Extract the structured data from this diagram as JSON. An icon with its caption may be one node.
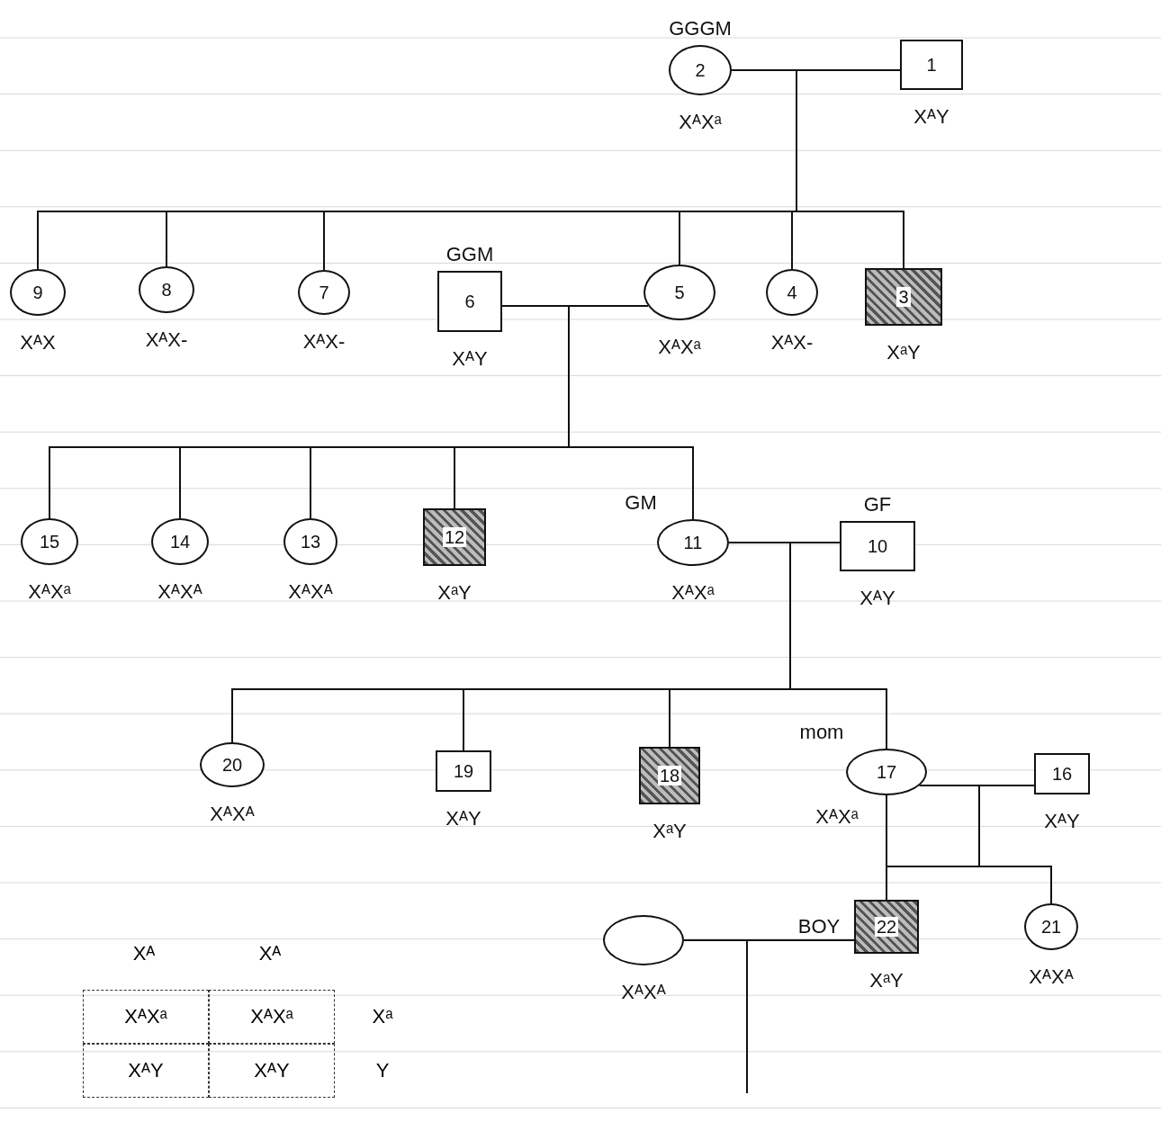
{
  "diagram": {
    "nodes": [
      {
        "text": [
          "1"
        ],
        "beside": [
          "XᴬY"
        ]
      },
      {
        "text": [
          "2"
        ],
        "beside": [
          "GGGM",
          "XᴬXᵃ"
        ]
      },
      {
        "text": [
          "3"
        ],
        "beside": [
          "XᵃY"
        ]
      },
      {
        "text": [
          "4"
        ],
        "beside": [
          "XᴬX-"
        ]
      },
      {
        "text": [
          "5"
        ],
        "beside": [
          "XᴬXᵃ"
        ]
      },
      {
        "text": [
          "6"
        ],
        "beside": [
          "GGM",
          "XᴬY"
        ]
      },
      {
        "text": [
          "7"
        ],
        "beside": [
          "XᴬX-"
        ]
      },
      {
        "text": [
          "8"
        ],
        "beside": [
          "XᴬX-"
        ]
      },
      {
        "text": [
          "9"
        ],
        "beside": [
          "XᴬX"
        ]
      },
      {
        "text": [
          "10"
        ],
        "beside": [
          "GF",
          "XᴬY"
        ]
      },
      {
        "text": [
          "11"
        ],
        "beside": [
          "GM",
          "XᴬXᵃ"
        ]
      },
      {
        "text": [
          "12"
        ],
        "beside": [
          "XᵃY"
        ]
      },
      {
        "text": [
          "13"
        ],
        "beside": [
          "XᴬXᴬ"
        ]
      },
      {
        "text": [
          "14"
        ],
        "beside": [
          "XᴬXᴬ"
        ]
      },
      {
        "text": [
          "15"
        ],
        "beside": [
          "XᴬXᵃ"
        ]
      },
      {
        "text": [
          "16"
        ],
        "beside": [
          "XᴬY"
        ]
      },
      {
        "text": [
          "17"
        ],
        "beside": [
          "mom",
          "XᴬXᵃ"
        ]
      },
      {
        "text": [
          "18"
        ],
        "beside": [
          "XᵃY"
        ]
      },
      {
        "text": [
          "19"
        ],
        "beside": [
          "XᴬY"
        ]
      },
      {
        "text": [
          "20"
        ],
        "beside": [
          "XᴬXᴬ"
        ]
      },
      {
        "text": [
          "21"
        ],
        "beside": [
          "XᴬXᴬ"
        ]
      },
      {
        "text": [
          "22"
        ],
        "beside": [
          "BOY",
          "XᵃY"
        ]
      },
      {
        "text": [],
        "shape": "circle",
        "beside": [
          "XᴬXᴬ"
        ]
      }
    ],
    "edges": [
      {
        "from": 1,
        "to": 0,
        "arrow": "none"
      },
      {
        "from": 0,
        "to": 2,
        "arrow": "none"
      },
      {
        "from": 1,
        "to": 2,
        "arrow": "none"
      },
      {
        "from": 0,
        "to": 3,
        "arrow": "none"
      },
      {
        "from": 1,
        "to": 3,
        "arrow": "none"
      },
      {
        "from": 0,
        "to": 4,
        "arrow": "none"
      },
      {
        "from": 1,
        "to": 4,
        "arrow": "none"
      },
      {
        "from": 0,
        "to": 6,
        "arrow": "none"
      },
      {
        "from": 1,
        "to": 6,
        "arrow": "none"
      },
      {
        "from": 0,
        "to": 7,
        "arrow": "none"
      },
      {
        "from": 1,
        "to": 7,
        "arrow": "none"
      },
      {
        "from": 0,
        "to": 8,
        "arrow": "none"
      },
      {
        "from": 1,
        "to": 8,
        "arrow": "none"
      },
      {
        "from": 5,
        "to": 4,
        "arrow": "none"
      },
      {
        "from": 4,
        "to": 10,
        "arrow": "none"
      },
      {
        "from": 5,
        "to": 10,
        "arrow": "none"
      },
      {
        "from": 4,
        "to": 11,
        "arrow": "none"
      },
      {
        "from": 5,
        "to": 11,
        "arrow": "none"
      },
      {
        "from": 4,
        "to": 12,
        "arrow": "none"
      },
      {
        "from": 5,
        "to": 12,
        "arrow": "none"
      },
      {
        "from": 4,
        "to": 13,
        "arrow": "none"
      },
      {
        "from": 5,
        "to": 13,
        "arrow": "none"
      },
      {
        "from": 4,
        "to": 14,
        "arrow": "none"
      },
      {
        "from": 5,
        "to": 14,
        "arrow": "none"
      },
      {
        "from": 10,
        "to": 9,
        "arrow": "none"
      },
      {
        "from": 9,
        "to": 16,
        "arrow": "none"
      },
      {
        "from": 10,
        "to": 16,
        "arrow": "none"
      },
      {
        "from": 9,
        "to": 17,
        "arrow": "none"
      },
      {
        "from": 10,
        "to": 17,
        "arrow": "none"
      },
      {
        "from": 9,
        "to": 18,
        "arrow": "none"
      },
      {
        "from": 10,
        "to": 18,
        "arrow": "none"
      },
      {
        "from": 9,
        "to": 19,
        "arrow": "none"
      },
      {
        "from": 10,
        "to": 19,
        "arrow": "none"
      },
      {
        "from": 16,
        "to": 15,
        "arrow": "none"
      },
      {
        "from": 15,
        "to": 20,
        "arrow": "none"
      },
      {
        "from": 16,
        "to": 20,
        "arrow": "none"
      },
      {
        "from": 15,
        "to": 21,
        "arrow": "none"
      },
      {
        "from": 16,
        "to": 21,
        "arrow": "none"
      },
      {
        "from": 22,
        "to": 21,
        "arrow": "none"
      },
      {
        "from": 21,
        "to": null,
        "arrow": "none"
      },
      {
        "from": 22,
        "to": null,
        "arrow": "none"
      }
    ],
    "labels": [
      "Xᴬ",
      "Xᴬ",
      "XᴬXᵃ",
      "XᴬXᵃ",
      "Xᵃ",
      "XᴬY",
      "XᴬY",
      "Y"
    ]
  }
}
